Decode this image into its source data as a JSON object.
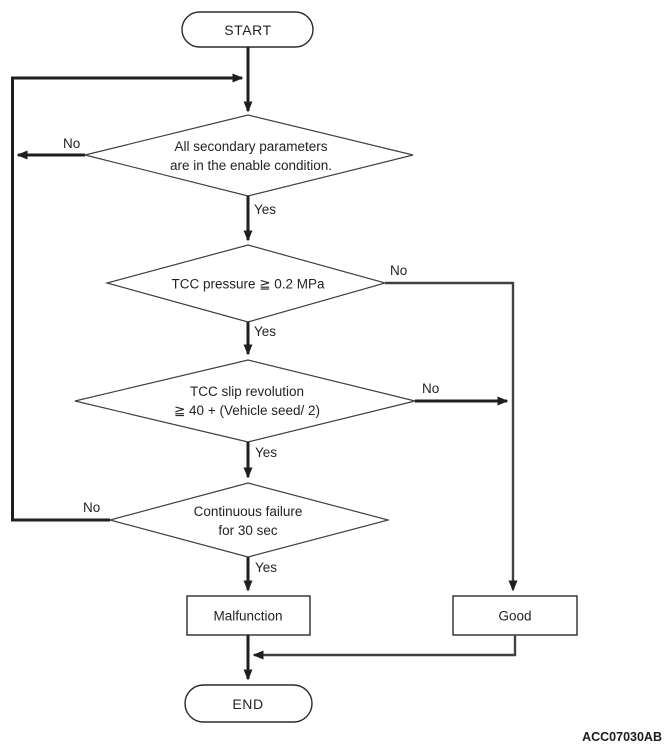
{
  "nodes": {
    "start": {
      "label": "START"
    },
    "decision1": {
      "lines": [
        "All secondary parameters",
        "are in the enable condition."
      ]
    },
    "decision2": {
      "lines": [
        "TCC pressure ≧ 0.2 MPa"
      ]
    },
    "decision3": {
      "lines": [
        "TCC slip revolution",
        "≧ 40 + (Vehicle seed/ 2)"
      ]
    },
    "decision4": {
      "lines": [
        "Continuous failure",
        "for 30 sec"
      ]
    },
    "malfunction": {
      "label": "Malfunction"
    },
    "good": {
      "label": "Good"
    },
    "end": {
      "label": "END"
    }
  },
  "edge_labels": {
    "decision1_no": "No",
    "decision1_yes": "Yes",
    "decision2_no": "No",
    "decision2_yes": "Yes",
    "decision3_no": "No",
    "decision3_yes": "Yes",
    "decision4_no": "No",
    "decision4_yes": "Yes"
  },
  "figure_code": "ACC07030AB",
  "colors": {
    "flow_line": "#1f1f1f",
    "shape_border": "#2a2a2a",
    "background": "#ffffff"
  }
}
